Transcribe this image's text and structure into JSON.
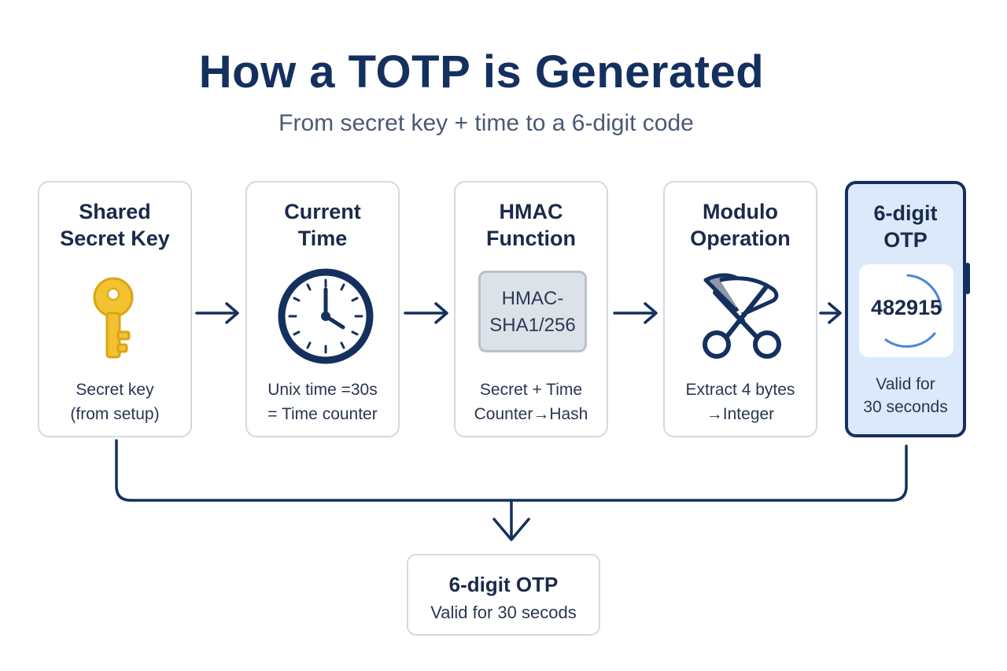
{
  "header": {
    "title": "How a TOTP is Generated",
    "subtitle": "From secret key + time to a 6-digit code"
  },
  "steps": [
    {
      "title": "Shared\nSecret Key",
      "description": "Secret key\n(from setup)",
      "icon": "key-icon"
    },
    {
      "title": "Current\nTime",
      "description": "Unix time =30s\n= Time counter",
      "icon": "clock-icon"
    },
    {
      "title": "HMAC\nFunction",
      "description": "Secret + Time\nCounter→Hash",
      "icon_text": "HMAC-\nSHA1/256"
    },
    {
      "title": "Modulo\nOperation",
      "description": "Extract 4 bytes\n→Integer",
      "icon": "scissors-icon"
    },
    {
      "title": "6-digit\nOTP",
      "description": "Valid for\n30 seconds",
      "otp_code": "482915",
      "icon": "phone-icon"
    }
  ],
  "result": {
    "title": "6-digit OTP",
    "subtitle": "Valid for 30 secods"
  },
  "colors": {
    "navy": "#14305e",
    "card_border": "#d3d9e2",
    "final_fill": "#dbe9fb",
    "key_gold": "#f2c230",
    "accent_blue": "#4a86d6"
  }
}
